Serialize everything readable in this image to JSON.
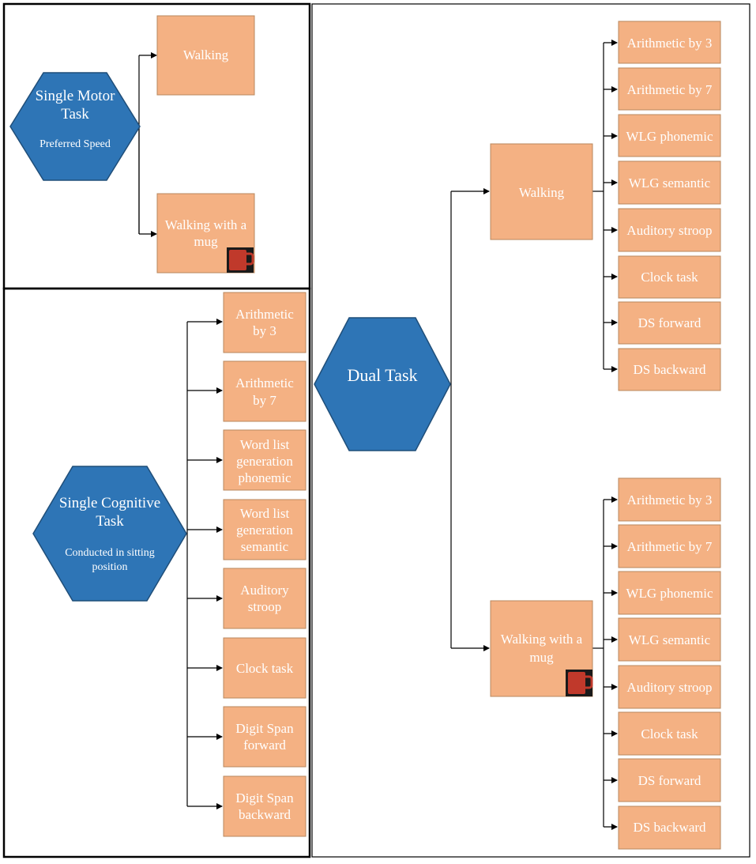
{
  "single_motor": {
    "title_line1": "Single Motor",
    "title_line2": "Task",
    "subtitle": "Preferred Speed",
    "items": [
      {
        "lines": [
          "Walking"
        ]
      },
      {
        "lines": [
          "Walking with a",
          "mug"
        ],
        "icon": "mug-icon"
      }
    ]
  },
  "single_cognitive": {
    "title_line1": "Single Cognitive",
    "title_line2": "Task",
    "subtitle_line1": "Conducted in sitting",
    "subtitle_line2": "position",
    "items": [
      {
        "lines": [
          "Arithmetic",
          "by 3"
        ]
      },
      {
        "lines": [
          "Arithmetic",
          "by 7"
        ]
      },
      {
        "lines": [
          "Word list",
          "generation",
          "phonemic"
        ]
      },
      {
        "lines": [
          "Word list",
          "generation",
          "semantic"
        ]
      },
      {
        "lines": [
          "Auditory",
          "stroop"
        ]
      },
      {
        "lines": [
          "Clock task"
        ]
      },
      {
        "lines": [
          "Digit Span",
          "forward"
        ]
      },
      {
        "lines": [
          "Digit Span",
          "backward"
        ]
      }
    ]
  },
  "dual_task": {
    "title": "Dual Task",
    "walking": {
      "lines": [
        "Walking"
      ]
    },
    "walking_mug": {
      "lines": [
        "Walking with a",
        "mug"
      ],
      "icon": "mug-icon"
    },
    "walking_items": [
      "Arithmetic by 3",
      "Arithmetic by 7",
      "WLG phonemic",
      "WLG semantic",
      "Auditory stroop",
      "Clock task",
      "DS forward",
      "DS backward"
    ],
    "mug_items": [
      "Arithmetic by 3",
      "Arithmetic by 7",
      "WLG phonemic",
      "WLG semantic",
      "Auditory stroop",
      "Clock task",
      "DS forward",
      "DS backward"
    ]
  },
  "colors": {
    "box_fill": "#f4b183",
    "box_stroke": "#b8875d",
    "hex_fill": "#2e75b6",
    "hex_stroke": "#1f4e79",
    "mug": "#c0392b"
  }
}
